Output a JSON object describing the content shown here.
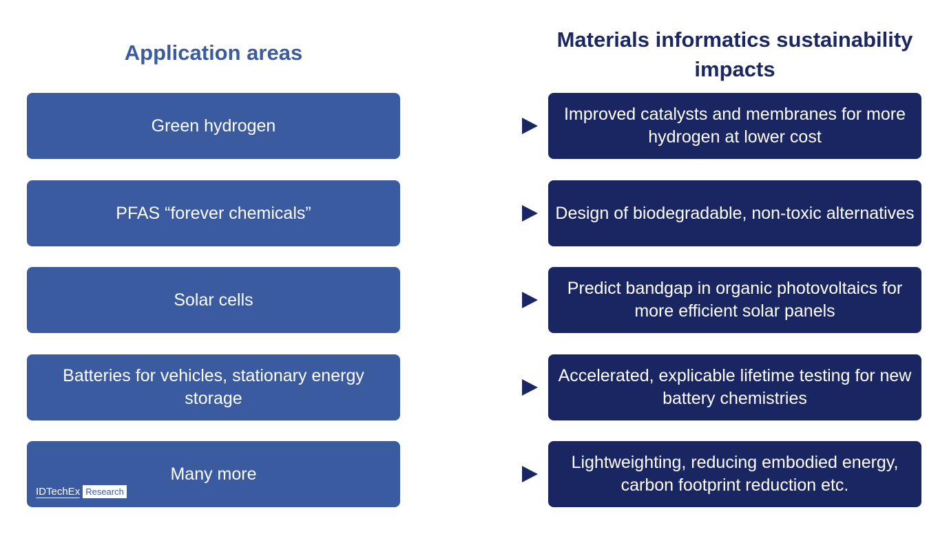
{
  "headings": {
    "left": "Application areas",
    "right": "Materials informatics sustainability impacts"
  },
  "rows": [
    {
      "application": "Green hydrogen",
      "impact": "Improved catalysts and membranes for more hydrogen at lower cost"
    },
    {
      "application": "PFAS “forever chemicals”",
      "impact": "Design of biodegradable, non-toxic alternatives"
    },
    {
      "application": "Solar cells",
      "impact": "Predict bandgap in organic photovoltaics for more efficient solar panels"
    },
    {
      "application": "Batteries for vehicles, stationary energy storage",
      "impact": "Accelerated, explicable lifetime testing for new battery chemistries"
    },
    {
      "application": "Many more",
      "impact": "Lightweighting, reducing embodied energy, carbon footprint reduction etc."
    }
  ],
  "logo": {
    "name": "IDTechEx",
    "tag": "Research"
  },
  "colors": {
    "left_box": "#3a5ba0",
    "right_box": "#1a2661"
  }
}
